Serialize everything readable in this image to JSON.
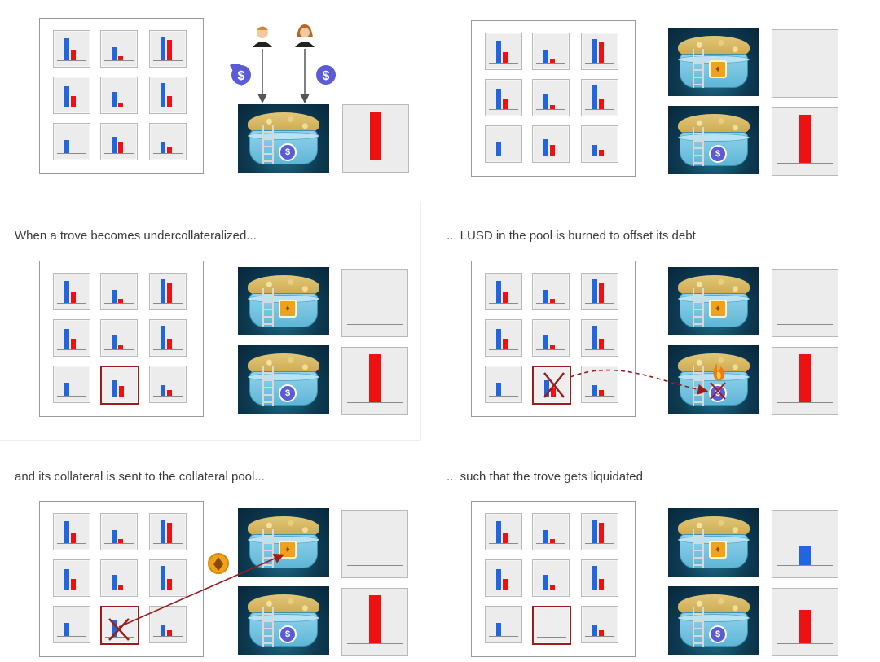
{
  "captions": {
    "p2": "When a trove becomes undercollateralized...",
    "p3": "... LUSD in the pool is burned to offset its debt",
    "p4": "and its collateral is sent to the collateral pool...",
    "p5": "... such that the trove gets liquidated"
  },
  "colors": {
    "debt": "#1f66e0",
    "collateral": "#ee1111",
    "highlight": "#9c1b1b",
    "lusd": "#5b5bd6",
    "eth": "#f0a21a"
  },
  "icons": {
    "lusd_symbol": "$",
    "eth_symbol": "♦",
    "person": "user-icon",
    "fire": "fire-icon"
  },
  "troves": [
    {
      "debt": 0.75,
      "coll": 0.35
    },
    {
      "debt": 0.45,
      "coll": 0.15
    },
    {
      "debt": 0.8,
      "coll": 0.7
    },
    {
      "debt": 0.7,
      "coll": 0.35
    },
    {
      "debt": 0.5,
      "coll": 0.15
    },
    {
      "debt": 0.8,
      "coll": 0.35
    },
    {
      "debt": 0.45,
      "coll": 0
    },
    {
      "debt": 0.55,
      "coll": 0.35
    },
    {
      "debt": 0.35,
      "coll": 0.2
    }
  ],
  "pools": {
    "stability_level": 0.65,
    "collateral_level_final": 0.25,
    "stability_level_final": 0.45
  }
}
